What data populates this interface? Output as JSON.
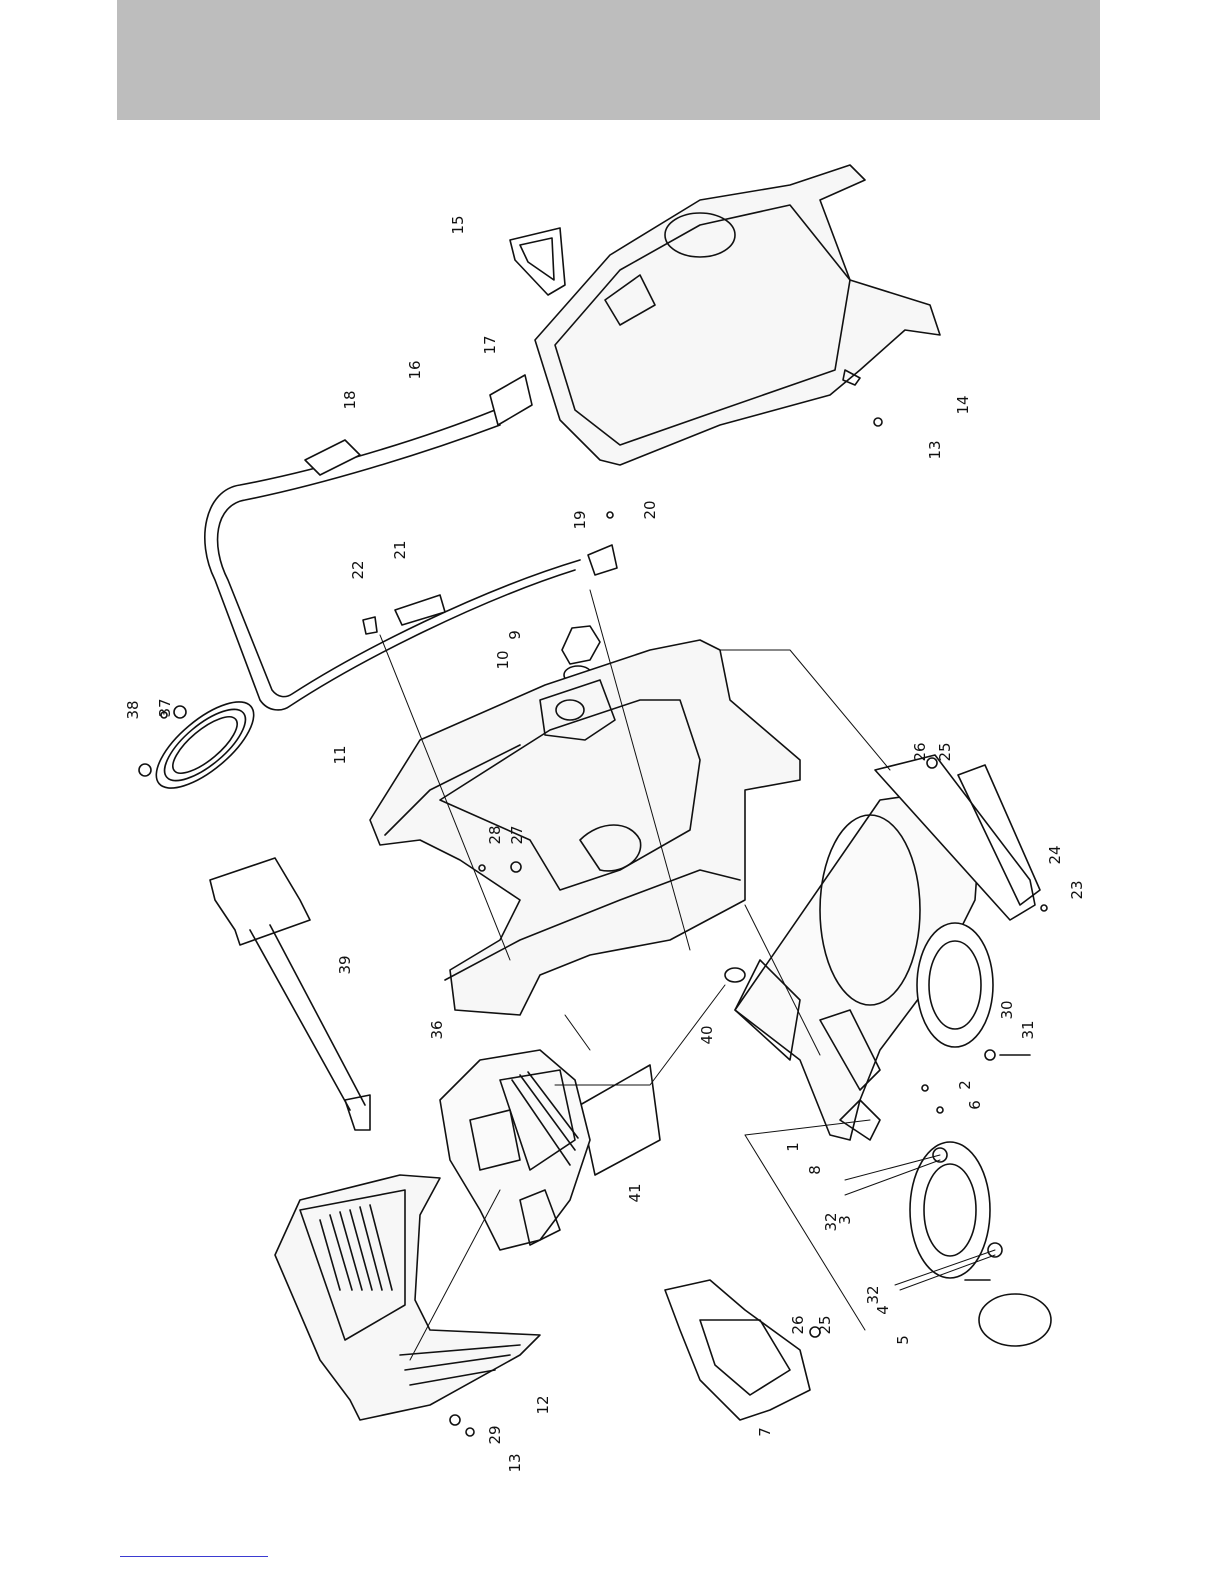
{
  "colors": {
    "header_band": "#bdbdbd",
    "line": "#111111",
    "footer_rule": "#3b3bd1"
  },
  "diagram": {
    "labels": [
      {
        "id": "1",
        "text": "1"
      },
      {
        "id": "2",
        "text": "2"
      },
      {
        "id": "3",
        "text": "3"
      },
      {
        "id": "4",
        "text": "4"
      },
      {
        "id": "5",
        "text": "5"
      },
      {
        "id": "6",
        "text": "6"
      },
      {
        "id": "7",
        "text": "7"
      },
      {
        "id": "8",
        "text": "8"
      },
      {
        "id": "9",
        "text": "9"
      },
      {
        "id": "10",
        "text": "10"
      },
      {
        "id": "11",
        "text": "11"
      },
      {
        "id": "12",
        "text": "12"
      },
      {
        "id": "13a",
        "text": "13"
      },
      {
        "id": "13b",
        "text": "13"
      },
      {
        "id": "14",
        "text": "14"
      },
      {
        "id": "15",
        "text": "15"
      },
      {
        "id": "16",
        "text": "16"
      },
      {
        "id": "17",
        "text": "17"
      },
      {
        "id": "18",
        "text": "18"
      },
      {
        "id": "19",
        "text": "19"
      },
      {
        "id": "20",
        "text": "20"
      },
      {
        "id": "21",
        "text": "21"
      },
      {
        "id": "22",
        "text": "22"
      },
      {
        "id": "23",
        "text": "23"
      },
      {
        "id": "24",
        "text": "24"
      },
      {
        "id": "25a",
        "text": "25"
      },
      {
        "id": "25b",
        "text": "25"
      },
      {
        "id": "26a",
        "text": "26"
      },
      {
        "id": "26b",
        "text": "26"
      },
      {
        "id": "27",
        "text": "27"
      },
      {
        "id": "28",
        "text": "28"
      },
      {
        "id": "29",
        "text": "29"
      },
      {
        "id": "30",
        "text": "30"
      },
      {
        "id": "31",
        "text": "31"
      },
      {
        "id": "32a",
        "text": "32"
      },
      {
        "id": "32b",
        "text": "32"
      },
      {
        "id": "36",
        "text": "36"
      },
      {
        "id": "37",
        "text": "37"
      },
      {
        "id": "38",
        "text": "38"
      },
      {
        "id": "39",
        "text": "39"
      },
      {
        "id": "40",
        "text": "40"
      },
      {
        "id": "41",
        "text": "41"
      }
    ]
  }
}
